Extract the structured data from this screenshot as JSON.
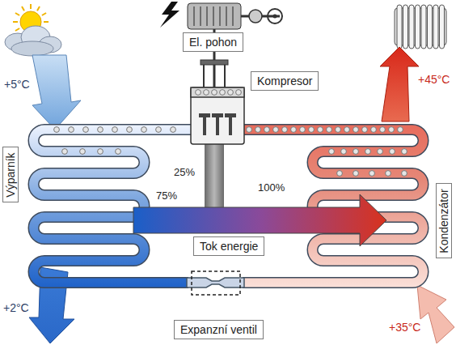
{
  "diagram": {
    "nodes": [
      {
        "text": [
          "El. pohon"
        ]
      },
      {
        "text": [
          "Kompresor"
        ]
      },
      {
        "text": [
          "Výparník"
        ]
      },
      {
        "text": [
          "Tok energie"
        ]
      },
      {
        "text": [
          "Kondenzátor"
        ]
      },
      {
        "text": [
          "Expanzní ventil"
        ]
      }
    ],
    "labels": [
      "+5°C",
      "+2°C",
      "+45°C",
      "+35°C",
      "25%",
      "75%",
      "100%"
    ]
  }
}
